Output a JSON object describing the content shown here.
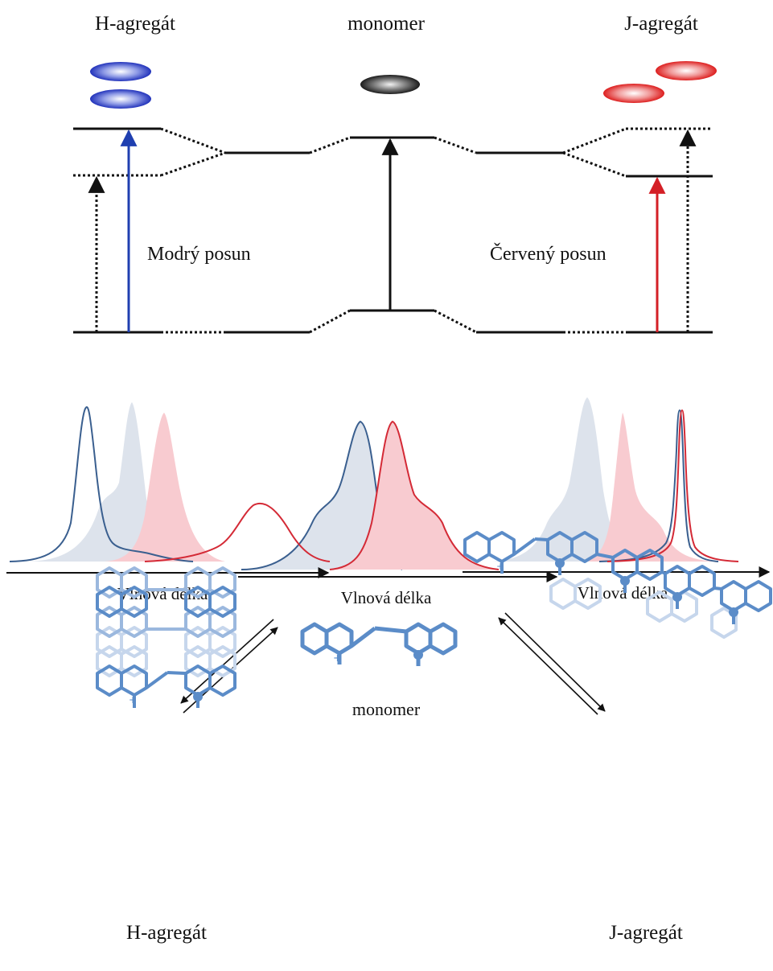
{
  "energy_diagram": {
    "labels": {
      "h_aggregate": "H-agregát",
      "monomer": "monomer",
      "j_aggregate": "J-agregát",
      "blue_shift": "Modrý posun",
      "red_shift": "Červený posun"
    }
  },
  "spectra": {
    "monomer_panel": {
      "axis_label": "Vlnová délka",
      "molecule_label": "monomer"
    },
    "h_panel": {
      "axis_label": "Vlnová délka",
      "molecule_label": "H-agregát"
    },
    "j_panel": {
      "axis_label": "Vlnová délka",
      "molecule_label": "J-agregát"
    }
  },
  "colors": {
    "absorption": "#3a5f8f",
    "emission": "#d42a36",
    "absorption_fill": "#dde3ec",
    "emission_fill": "#f8cbd0",
    "h_blob": "#3344cc",
    "j_blob": "#e02828",
    "monomer_blob": "#333333",
    "blue_arrow": "#1f3fb0",
    "red_arrow": "#d41f26",
    "molecule": "#5b8cc8"
  }
}
